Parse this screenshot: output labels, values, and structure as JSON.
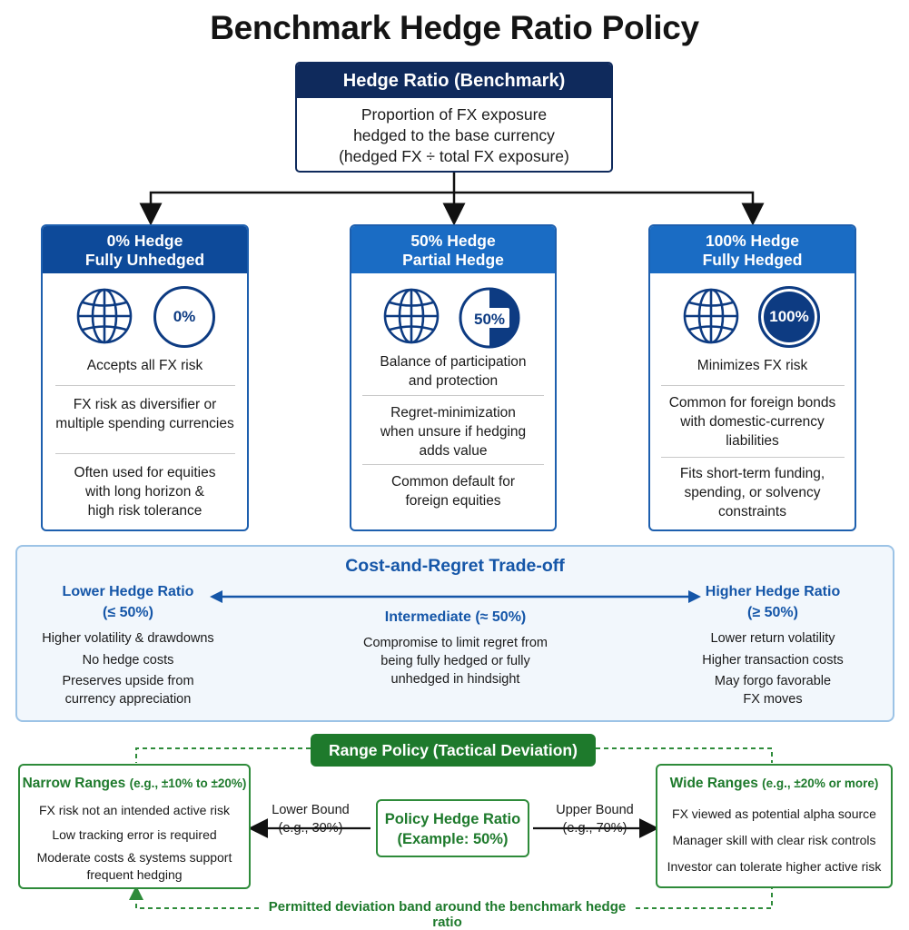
{
  "title": "Benchmark Hedge Ratio Policy",
  "top_box": {
    "header": "Hedge Ratio (Benchmark)",
    "lines": [
      "Proportion of FX exposure",
      "hedged to the base currency",
      "(hedged FX ÷ total FX exposure)"
    ]
  },
  "options": [
    {
      "title1": "0% Hedge",
      "title2": "Fully Unhedged",
      "badge": "0%",
      "items": [
        [
          "Accepts all FX risk"
        ],
        [
          "FX risk as diversifier or",
          "multiple spending currencies"
        ],
        [
          "Often used for equities",
          "with long horizon &",
          "high risk tolerance"
        ]
      ]
    },
    {
      "title1": "50% Hedge",
      "title2": "Partial Hedge",
      "badge": "50%",
      "items": [
        [
          "Balance of participation",
          "and protection"
        ],
        [
          "Regret-minimization",
          "when unsure if hedging",
          "adds value"
        ],
        [
          "Common default for",
          "foreign equities"
        ]
      ]
    },
    {
      "title1": "100% Hedge",
      "title2": "Fully Hedged",
      "badge": "100%",
      "items": [
        [
          "Minimizes FX risk"
        ],
        [
          "Common for foreign bonds",
          "with domestic-currency",
          "liabilities"
        ],
        [
          "Fits short-term funding,",
          "spending, or solvency",
          "constraints"
        ]
      ]
    }
  ],
  "tradeoff": {
    "title": "Cost-and-Regret Trade-off",
    "lower": {
      "h1": "Lower Hedge Ratio",
      "h2": "(≤ 50%)",
      "items": [
        "Higher volatility & drawdowns",
        "No hedge costs",
        "Preserves upside from",
        "currency appreciation"
      ]
    },
    "mid": {
      "h1": "Intermediate (≈ 50%)",
      "items": [
        "Compromise to limit regret from",
        "being fully hedged or fully",
        "unhedged in hindsight"
      ]
    },
    "higher": {
      "h1": "Higher Hedge Ratio",
      "h2": "(≥ 50%)",
      "items": [
        "Lower return volatility",
        "Higher transaction costs",
        "May forgo favorable",
        "FX moves"
      ]
    }
  },
  "range": {
    "title": "Range Policy (Tactical Deviation)",
    "narrow": {
      "title": "Narrow Ranges",
      "note": "(e.g., ±10% to ±20%)",
      "items": [
        "FX risk not an intended active risk",
        "Low tracking error is required",
        "Moderate costs & systems support",
        "frequent hedging"
      ]
    },
    "wide": {
      "title": "Wide Ranges",
      "note": "(e.g., ±20% or more)",
      "items": [
        "FX viewed as potential alpha source",
        "Manager skill with clear risk controls",
        "Investor can tolerate higher active risk"
      ]
    },
    "lower_bound": {
      "label": "Lower Bound",
      "example": "(e.g., 30%)"
    },
    "upper_bound": {
      "label": "Upper Bound",
      "example": "(e.g., 70%)"
    },
    "policy": {
      "line1": "Policy Hedge Ratio",
      "line2": "(Example: 50%)"
    },
    "footer": "Permitted deviation band around the benchmark hedge ratio"
  },
  "colors": {
    "navy": "#0f2a5c",
    "blue_dark": "#0d4a9a",
    "blue_mid": "#1a6cc4",
    "green": "#1e7a2c",
    "panel": "#f2f7fc"
  }
}
